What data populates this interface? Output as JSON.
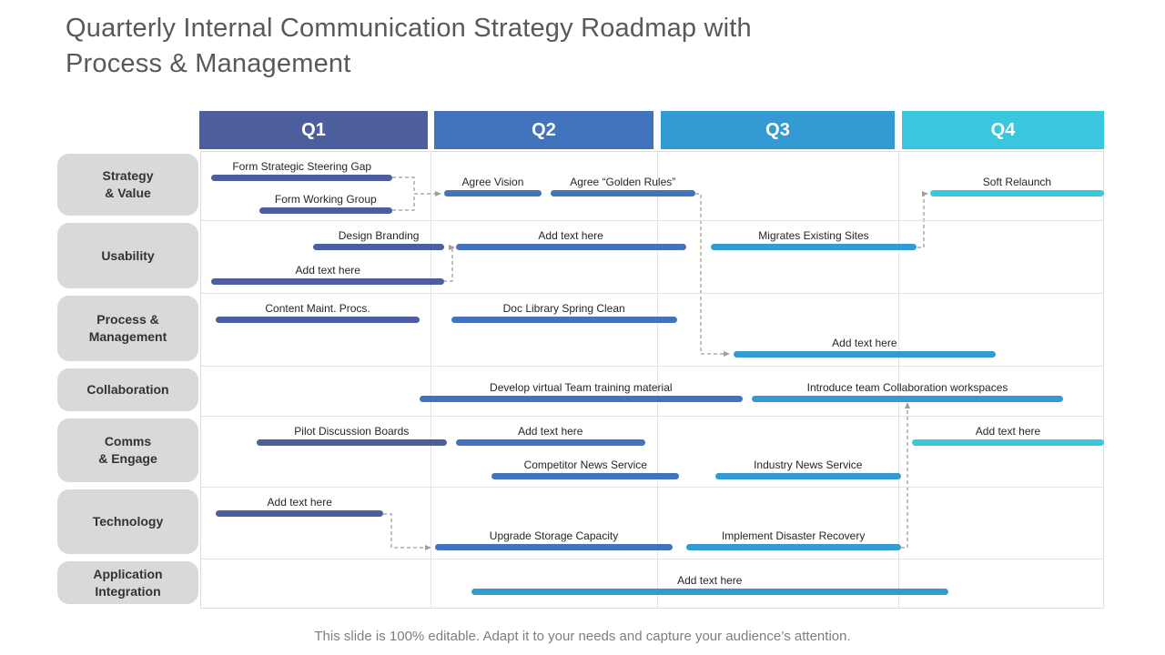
{
  "title": {
    "line1": "Quarterly Internal Communication Strategy Roadmap with",
    "line2": "Process & Management"
  },
  "footer": "This slide is 100% editable. Adapt it to your needs and capture your audience’s attention.",
  "colors": {
    "q1": "#4d5e9d",
    "q2": "#4174bd",
    "q3": "#339bd2",
    "q4": "#3ac6dd",
    "row_label_bg": "#d9d9d9",
    "title_text": "#595959",
    "grid_line": "#e3e3e3",
    "connector": "#9e9e9e"
  },
  "chart_data": {
    "type": "gantt",
    "quarters": [
      "Q1",
      "Q2",
      "Q3",
      "Q4"
    ],
    "rows": [
      "Strategy\n& Value",
      "Usability",
      "Process &\nManagement",
      "Collaboration",
      "Comms\n& Engage",
      "Technology",
      "Application\nIntegration"
    ],
    "tasks": [
      {
        "label": "Form Strategic Steering Gap",
        "row": 0,
        "lane": "0",
        "start": 0.05,
        "end": 0.85,
        "color": "q1"
      },
      {
        "label": "Form Working Group",
        "row": 0,
        "lane": "2",
        "start": 0.26,
        "end": 0.85,
        "color": "q1"
      },
      {
        "label": "Agree Vision",
        "row": 0,
        "lane": "1",
        "start": 1.08,
        "end": 1.51,
        "color": "q2"
      },
      {
        "label": "Agree “Golden Rules”",
        "row": 0,
        "lane": "1",
        "start": 1.55,
        "end": 2.19,
        "color": "q2"
      },
      {
        "label": "Soft Relaunch",
        "row": 0,
        "lane": "1",
        "start": 3.23,
        "end": 4.0,
        "color": "q4"
      },
      {
        "label": "Design Branding",
        "row": 1,
        "lane": "0",
        "start": 0.5,
        "end": 1.08,
        "color": "q1"
      },
      {
        "label": "Add text here",
        "row": 1,
        "lane": "2",
        "start": 0.05,
        "end": 1.08,
        "color": "q1"
      },
      {
        "label": "Add text here",
        "row": 1,
        "lane": "0",
        "start": 1.13,
        "end": 2.15,
        "color": "q2"
      },
      {
        "label": "Migrates Existing Sites",
        "row": 1,
        "lane": "0",
        "start": 2.26,
        "end": 3.17,
        "color": "q3"
      },
      {
        "label": "Content Maint. Procs.",
        "row": 2,
        "lane": "0",
        "start": 0.07,
        "end": 0.97,
        "color": "q1"
      },
      {
        "label": "Doc Library Spring Clean",
        "row": 2,
        "lane": "0",
        "start": 1.11,
        "end": 2.11,
        "color": "q2"
      },
      {
        "label": "Add text here",
        "row": 2,
        "lane": "2",
        "start": 2.36,
        "end": 3.52,
        "color": "q3"
      },
      {
        "label": "Develop virtual Team training material",
        "row": 3,
        "lane": "c",
        "start": 0.97,
        "end": 2.4,
        "color": "q2"
      },
      {
        "label": "Introduce team Collaboration workspaces",
        "row": 3,
        "lane": "c",
        "start": 2.44,
        "end": 3.82,
        "color": "q3"
      },
      {
        "label": "Pilot Discussion Boards",
        "row": 4,
        "lane": "0",
        "start": 0.25,
        "end": 1.09,
        "color": "q1"
      },
      {
        "label": "Add text here",
        "row": 4,
        "lane": "0",
        "start": 1.13,
        "end": 1.97,
        "color": "q2"
      },
      {
        "label": "Competitor News Service",
        "row": 4,
        "lane": "2",
        "start": 1.29,
        "end": 2.12,
        "color": "q2"
      },
      {
        "label": "Industry News Service",
        "row": 4,
        "lane": "2",
        "start": 2.28,
        "end": 3.1,
        "color": "q3"
      },
      {
        "label": "Add text here",
        "row": 4,
        "lane": "0",
        "start": 3.15,
        "end": 4.0,
        "color": "q4"
      },
      {
        "label": "Add text here",
        "row": 5,
        "lane": "0",
        "start": 0.07,
        "end": 0.81,
        "color": "q1"
      },
      {
        "label": "Upgrade Storage Capacity",
        "row": 5,
        "lane": "2",
        "start": 1.04,
        "end": 2.09,
        "color": "q2"
      },
      {
        "label": "Implement Disaster Recovery",
        "row": 5,
        "lane": "2",
        "start": 2.15,
        "end": 3.1,
        "color": "q3"
      },
      {
        "label": "Add text here",
        "row": 6,
        "lane": "c",
        "start": 1.2,
        "end": 3.31,
        "color": "q3"
      }
    ]
  }
}
